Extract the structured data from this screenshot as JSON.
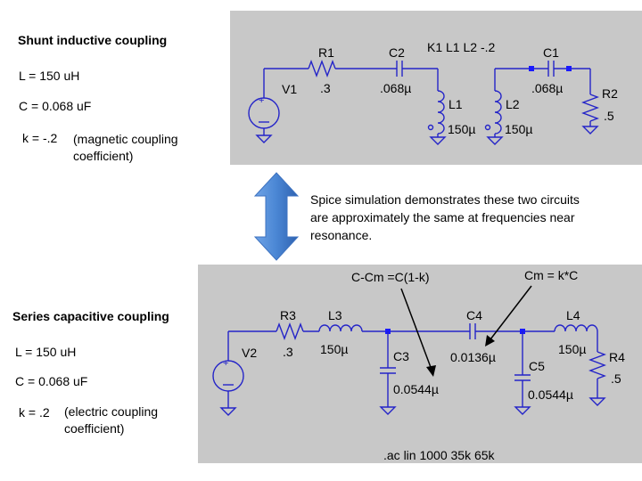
{
  "top": {
    "title": "Shunt inductive coupling",
    "L": "L = 150 uH",
    "C": "C = 0.068 uF",
    "k": "k = -.2",
    "k_note_1": "(magnetic coupling",
    "k_note_2": "coefficient)"
  },
  "middle": {
    "line1": "Spice simulation demonstrates these two circuits",
    "line2": "are approximately the same at frequencies near",
    "line3": "resonance."
  },
  "bottom": {
    "title": "Series capacitive coupling",
    "L": "L = 150 uH",
    "C": "C = 0.068 uF",
    "k": "k = .2",
    "k_note_1": "(electric coupling",
    "k_note_2": "coefficient)"
  },
  "circuit1": {
    "v1": "V1",
    "r1": "R1",
    "r1_val": ".3",
    "c2": "C2",
    "c2_val": ".068µ",
    "l1": "L1",
    "l1_val": "150µ",
    "directive": "K1 L1 L2 -.2",
    "l2": "L2",
    "l2_val": "150µ",
    "c1": "C1",
    "c1_val": ".068µ",
    "r2": "R2",
    "r2_val": ".5"
  },
  "circuit2": {
    "v2": "V2",
    "r3": "R3",
    "r3_val": ".3",
    "l3": "L3",
    "l3_val": "150µ",
    "c3": "C3",
    "c3_val": "0.0544µ",
    "c4": "C4",
    "c4_val": "0.0136µ",
    "c5": "C5",
    "c5_val": "0.0544µ",
    "l4": "L4",
    "l4_val": "150µ",
    "r4": "R4",
    "r4_val": ".5",
    "annotation_left": "C-Cm =C(1-k)",
    "annotation_right": "Cm = k*C",
    "directive": ".ac lin 1000 35k 65k"
  },
  "colors": {
    "panel": "#c8c8c8",
    "wire": "#2424c8",
    "node": "#1a1aff",
    "arrow": "#4a86d4"
  }
}
